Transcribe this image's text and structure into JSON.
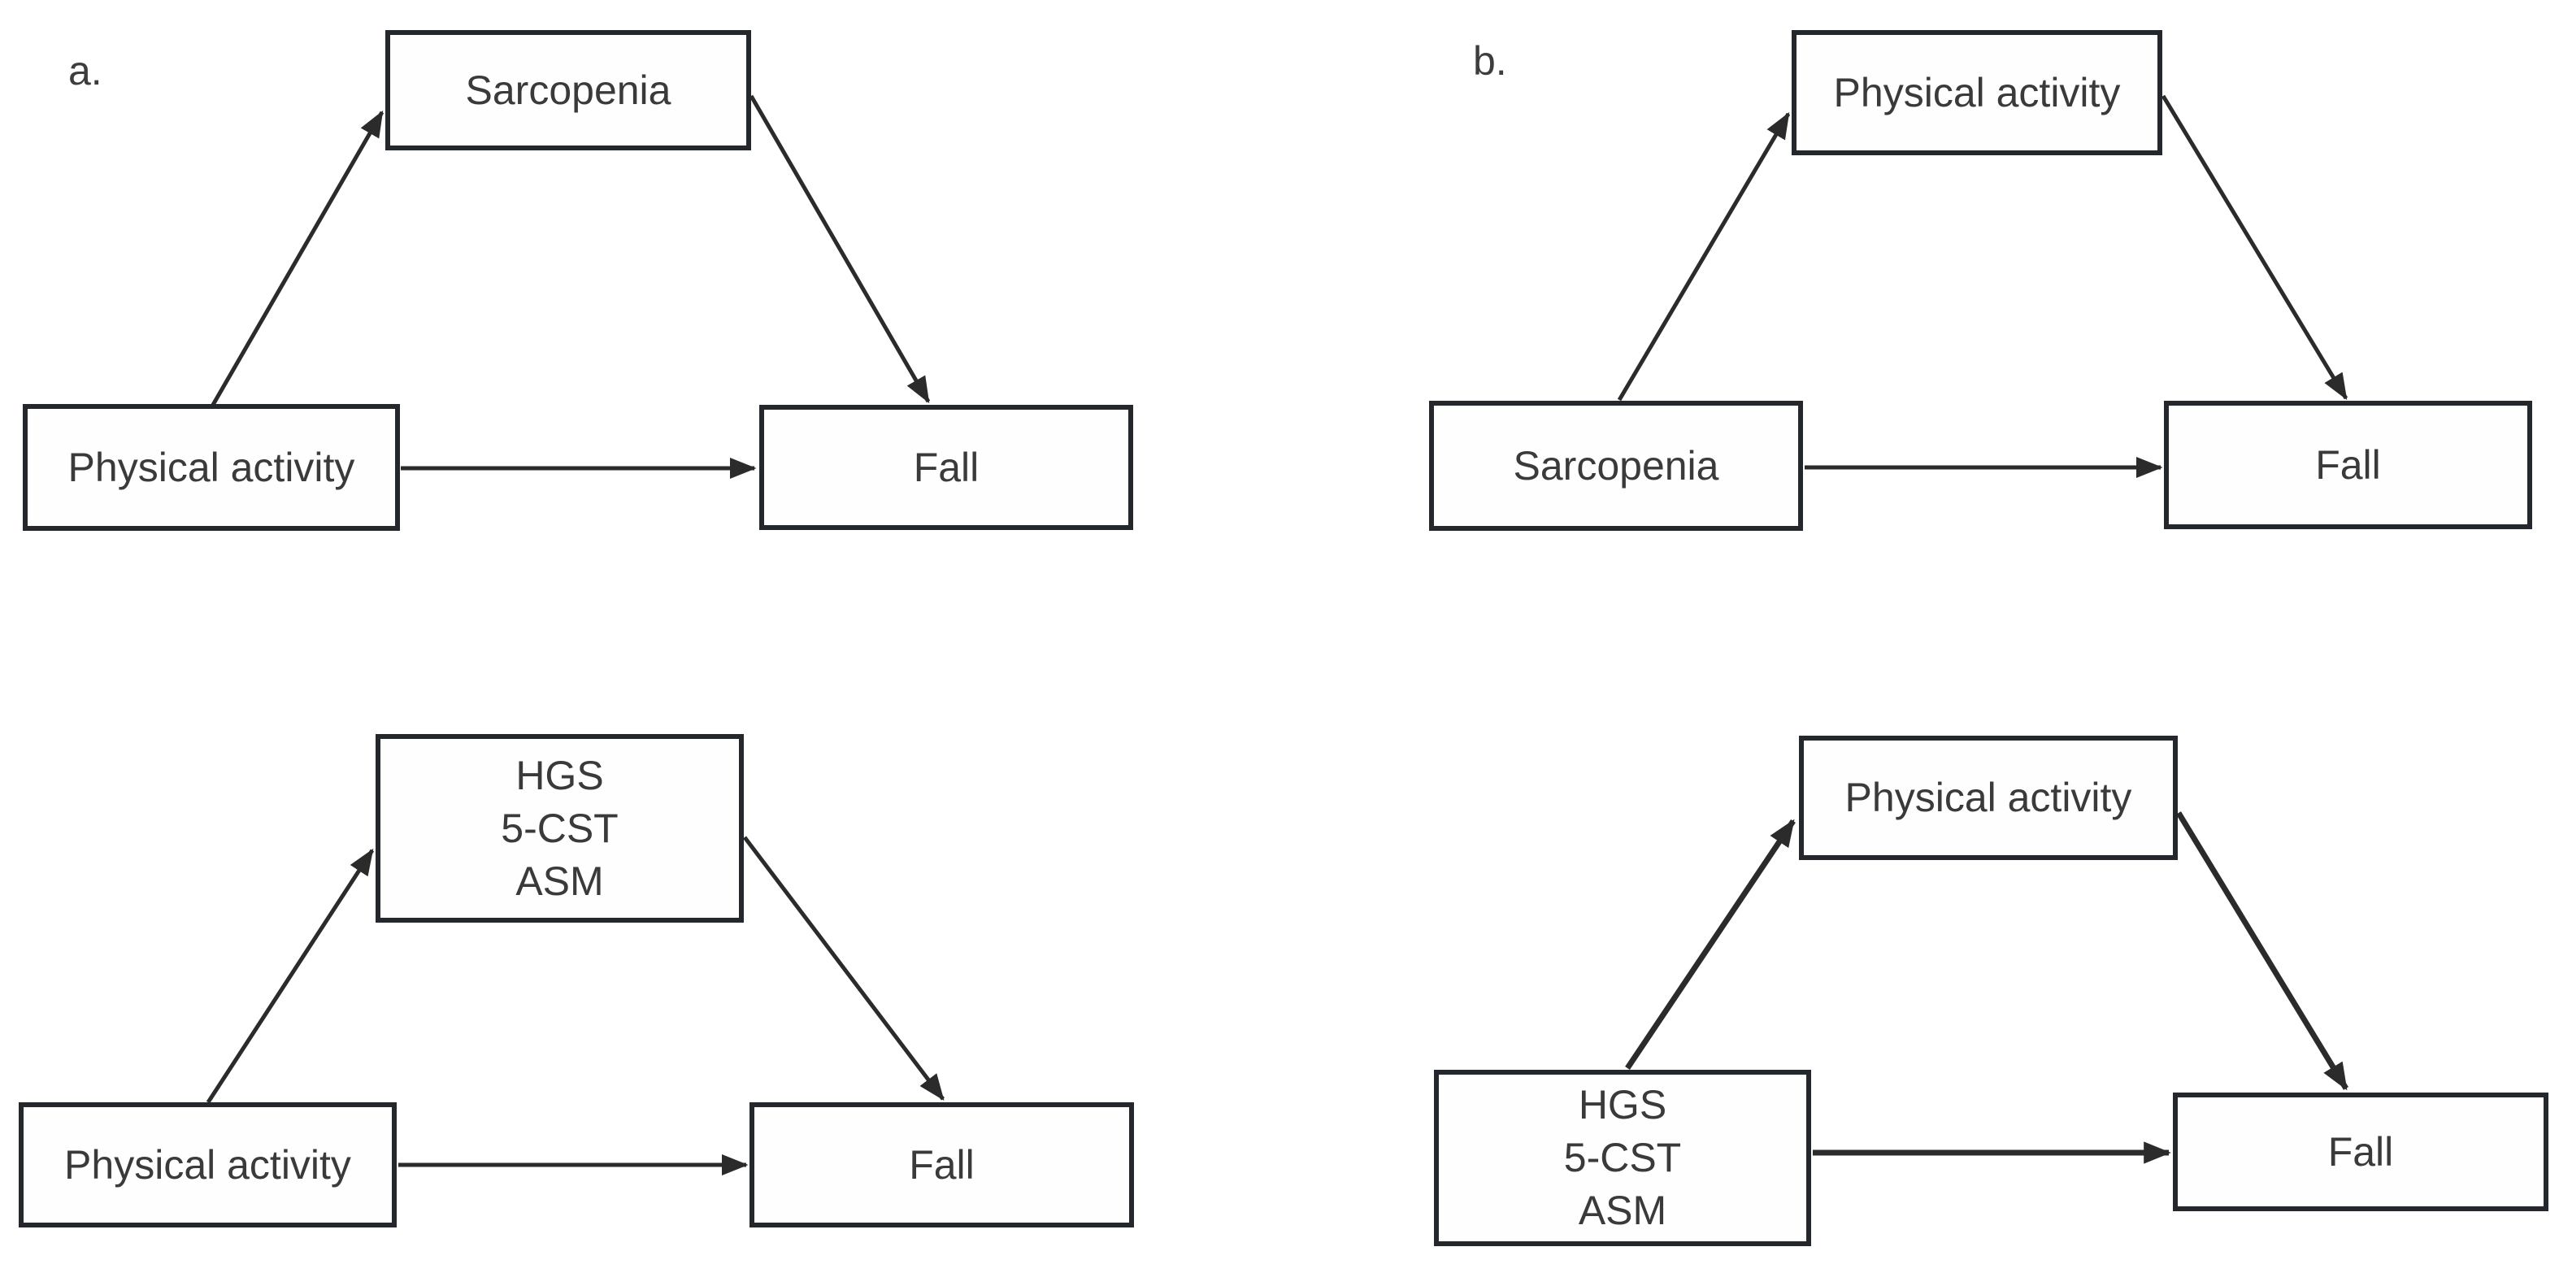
{
  "figure": {
    "description": "Mediation model diagrams between physical activity, sarcopenia (and its components) and falls",
    "colors": {
      "background": "#ffffff",
      "box_border": "#24282c",
      "box_fill": "#fefefe",
      "text": "#3a3a3a",
      "arrow": "#2b2b2b"
    },
    "panel_a": {
      "label": "a.",
      "top": {
        "mediator": "Sarcopenia",
        "exposure": "Physical activity",
        "outcome": "Fall"
      },
      "bottom": {
        "mediator_lines": [
          "HGS",
          "5-CST",
          "ASM"
        ],
        "exposure": "Physical activity",
        "outcome": "Fall"
      }
    },
    "panel_b": {
      "label": "b.",
      "top": {
        "mediator": "Physical activity",
        "exposure": "Sarcopenia",
        "outcome": "Fall"
      },
      "bottom": {
        "mediator": "Physical activity",
        "exposure_lines": [
          "HGS",
          "5-CST",
          "ASM"
        ],
        "outcome": "Fall"
      }
    }
  }
}
